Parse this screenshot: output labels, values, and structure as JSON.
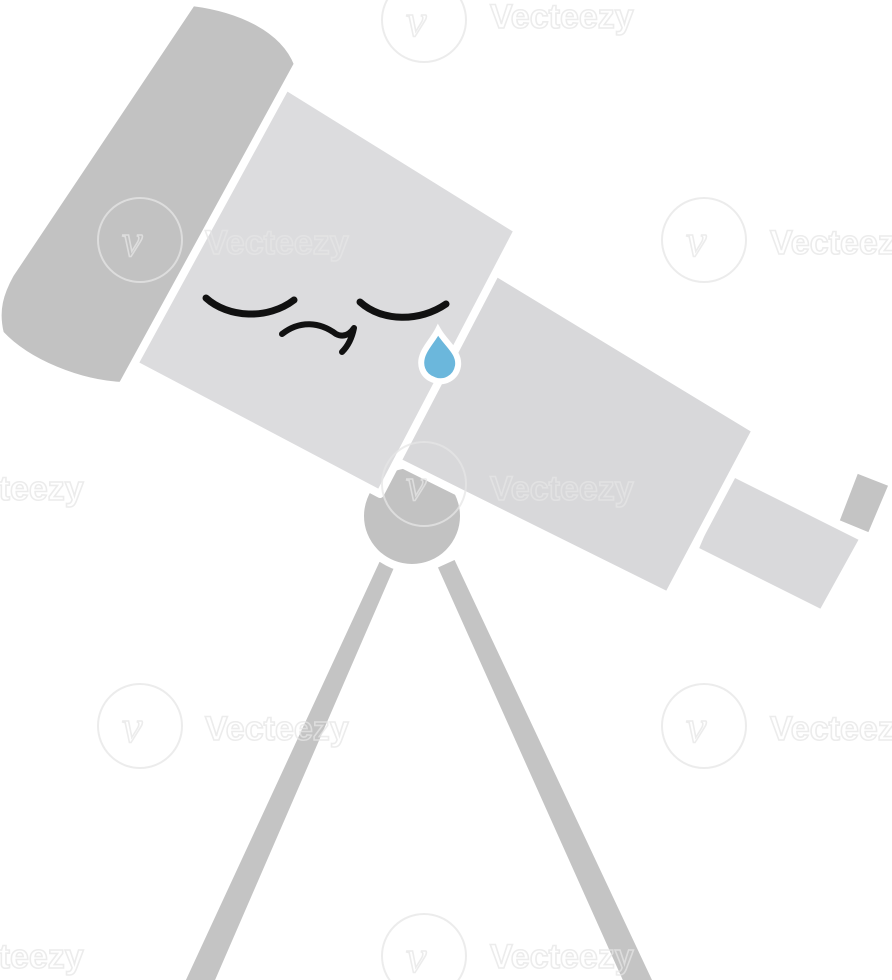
{
  "illustration": {
    "subject": "telescope-on-tripod-crying",
    "colors": {
      "background": "#ffffff",
      "lens_cap": "#c2c2c2",
      "tube_body": "#dcdcde",
      "tube_section": "#d8d8da",
      "eyepiece": "#d9d9db",
      "eyepiece_knob": "#c4c4c4",
      "mount_ball": "#c2c2c2",
      "tripod_legs": "#c4c4c4",
      "outline": "#ffffff",
      "face_lines": "#111111",
      "tear": "#6bb7dc"
    }
  },
  "watermark": {
    "brand": "Vecteezy",
    "logo_glyph": "v",
    "color": "#e6e6e6"
  }
}
